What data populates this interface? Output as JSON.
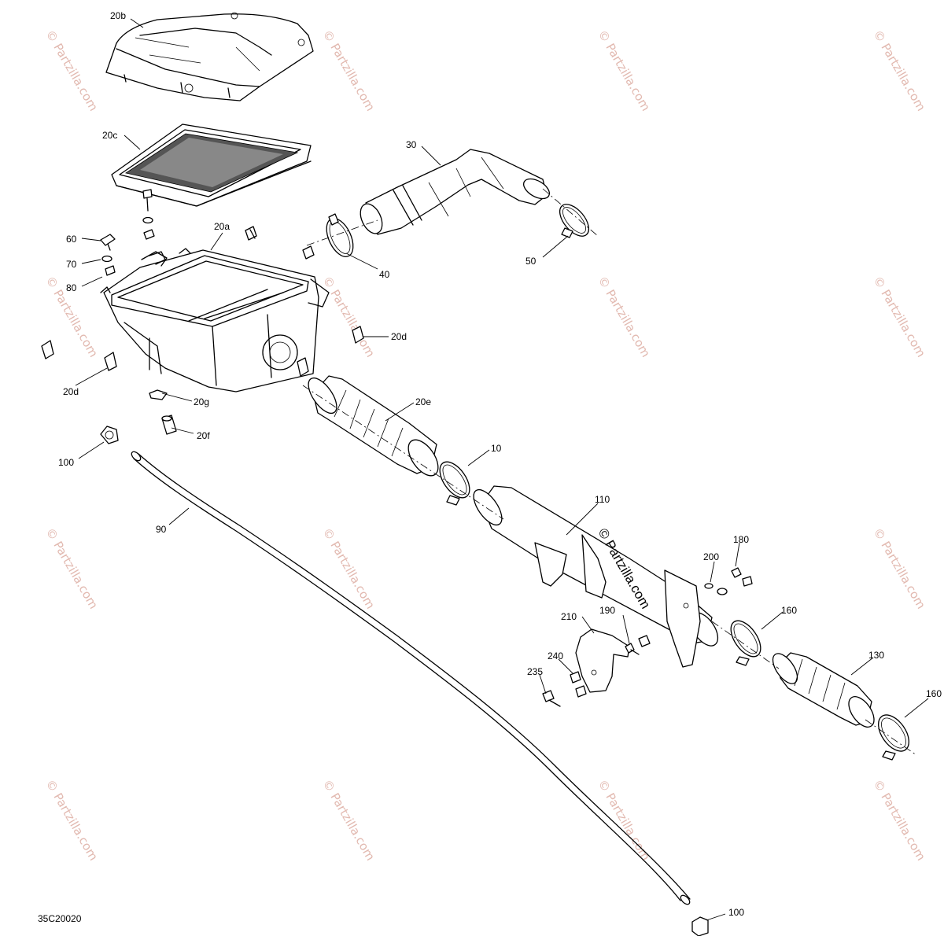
{
  "watermark_text": "© Partzilla.com",
  "brand_text": "© Partzilla.com",
  "diagram_code": "35C20020",
  "colors": {
    "line": "#000000",
    "watermark": "#e2b9b0",
    "background": "#ffffff"
  },
  "callouts": {
    "c20b": "20b",
    "c20c": "20c",
    "c30": "30",
    "c60": "60",
    "c70": "70",
    "c80": "80",
    "c20a": "20a",
    "c40": "40",
    "c50": "50",
    "c20d_right": "20d",
    "c20d_left": "20d",
    "c20g": "20g",
    "c20f": "20f",
    "c20e": "20e",
    "c100_left": "100",
    "c10": "10",
    "c90": "90",
    "c110": "110",
    "c180": "180",
    "c200": "200",
    "c210": "210",
    "c190": "190",
    "c160_mid": "160",
    "c240": "240",
    "c235": "235",
    "c130": "130",
    "c160_right": "160",
    "c100_bottom": "100"
  }
}
